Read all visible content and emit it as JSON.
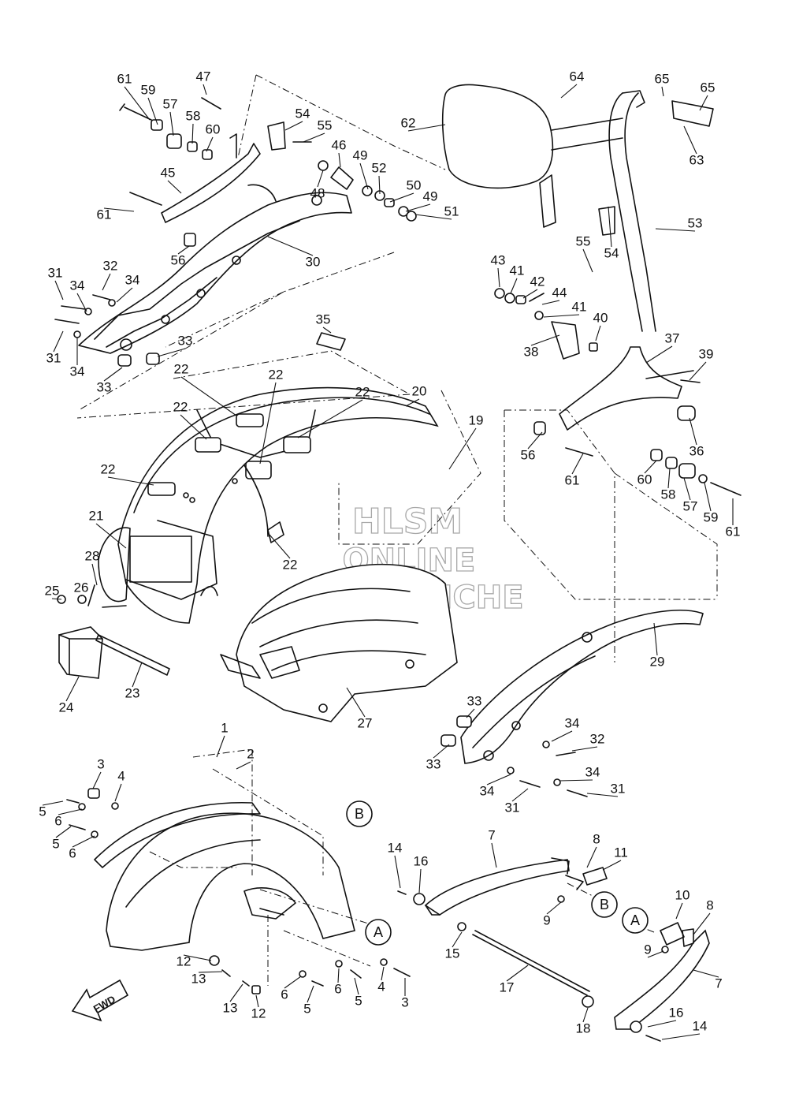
{
  "watermark": [
    "HLSM",
    "ONLINE",
    "MICROFICHE"
  ],
  "fwd_label": "FWD",
  "ref_markers": {
    "A": "A",
    "B": "B"
  },
  "callouts": [
    "61",
    "59",
    "57",
    "58",
    "60",
    "47",
    "54",
    "55",
    "46",
    "49",
    "52",
    "48",
    "50",
    "49",
    "51",
    "64",
    "65",
    "65",
    "62",
    "63",
    "53",
    "45",
    "61",
    "56",
    "30",
    "31",
    "32",
    "34",
    "34",
    "31",
    "34",
    "33",
    "33",
    "35",
    "43",
    "41",
    "42",
    "44",
    "41",
    "55",
    "54",
    "40",
    "37",
    "39",
    "38",
    "22",
    "22",
    "22",
    "22",
    "22",
    "20",
    "19",
    "36",
    "56",
    "61",
    "60",
    "58",
    "57",
    "59",
    "61",
    "21",
    "28",
    "22",
    "25",
    "26",
    "24",
    "23",
    "27",
    "29",
    "33",
    "34",
    "32",
    "33",
    "34",
    "34",
    "31",
    "31",
    "1",
    "2",
    "3",
    "4",
    "5",
    "6",
    "5",
    "6",
    "14",
    "16",
    "7",
    "8",
    "11",
    "9",
    "15",
    "10",
    "8",
    "9",
    "7",
    "12",
    "13",
    "13",
    "12",
    "6",
    "5",
    "6",
    "5",
    "4",
    "3",
    "17",
    "18",
    "16",
    "14"
  ]
}
